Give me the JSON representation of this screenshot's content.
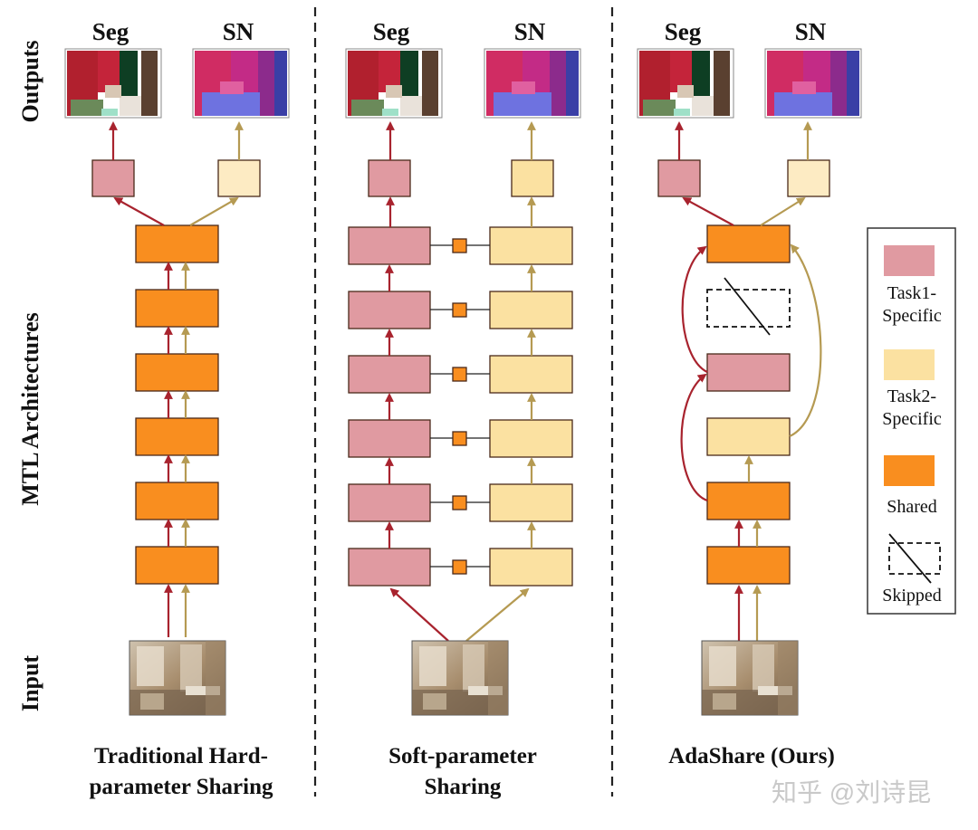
{
  "row_labels": {
    "outputs": "Outputs",
    "mtl": "MTL Architectures",
    "input": "Input"
  },
  "panels": [
    {
      "id": "hard",
      "seg_label": "Seg",
      "sn_label": "SN",
      "caption_lines": [
        "Traditional Hard-",
        "parameter Sharing"
      ]
    },
    {
      "id": "soft",
      "seg_label": "Seg",
      "sn_label": "SN",
      "caption_lines": [
        "Soft-parameter",
        "Sharing"
      ]
    },
    {
      "id": "ada",
      "seg_label": "Seg",
      "sn_label": "SN",
      "caption_lines": [
        "AdaShare (Ours)"
      ]
    }
  ],
  "legend": [
    {
      "kind": "task1",
      "lines": [
        "Task1-",
        "Specific"
      ]
    },
    {
      "kind": "task2",
      "lines": [
        "Task2-",
        "Specific"
      ]
    },
    {
      "kind": "shared",
      "lines": [
        "Shared"
      ]
    },
    {
      "kind": "skipped",
      "lines": [
        "Skipped"
      ]
    }
  ],
  "colors": {
    "task1_fill": "#E09AA1",
    "task2_fill": "#FBE1A1",
    "task2_head_fill": "#FDEBC3",
    "shared_fill": "#F98E1F",
    "stroke": "#4A2A1A",
    "seg_arrow": "#A8232E",
    "sn_arrow": "#B59A52"
  },
  "watermark": "知乎 @刘诗昆"
}
